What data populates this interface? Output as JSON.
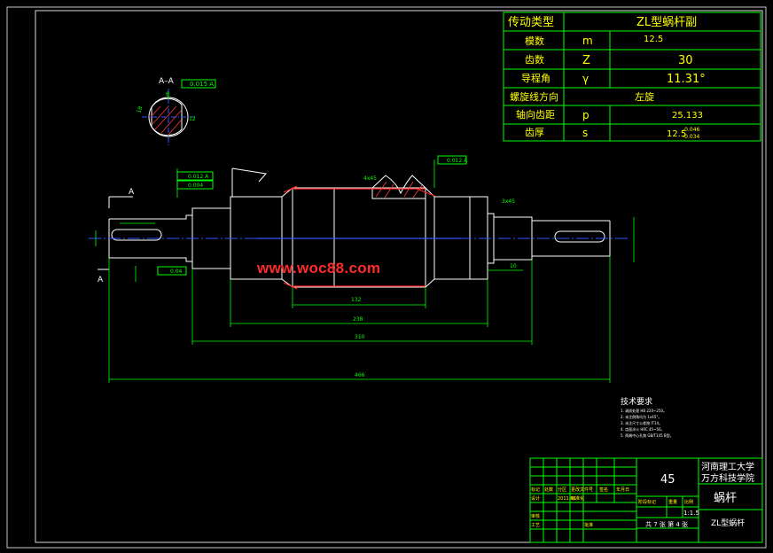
{
  "view_label": "A",
  "section": {
    "title": "A–A",
    "tol": "0.015 A",
    "dims": [
      "6",
      "18",
      "12"
    ]
  },
  "param_table": {
    "header": [
      "传动类型",
      "ZL型蜗杆副"
    ],
    "rows": [
      {
        "name": "模数",
        "symbol": "m",
        "value": "12.5"
      },
      {
        "name": "齿数",
        "symbol": "Z",
        "value": "30"
      },
      {
        "name": "导程角",
        "symbol": "γ",
        "value": "11.31°"
      },
      {
        "name": "螺旋线方向",
        "symbol": "",
        "value": "左旋"
      },
      {
        "name": "轴向齿距",
        "symbol": "p",
        "value": "25.133"
      },
      {
        "name": "齿厚",
        "symbol": "s",
        "value": "12.5",
        "sup": "-0.046",
        "sub": "-0.034"
      }
    ]
  },
  "tolerances": {
    "left_top": "0.012 A",
    "left_bottom": "0.004",
    "right": "0.012 A",
    "lower": "0.04"
  },
  "dimensions": {
    "d1": "132",
    "d2": "238",
    "d3": "310",
    "d4": "466",
    "d5": "10",
    "d6": "4x45",
    "d7": "3x45"
  },
  "watermark": "www.woc88.com",
  "tech_req": {
    "title": "技术要求",
    "items": [
      "1. 调质处理 HB 220~250。",
      "2. 未注倒角均为 1x45°。",
      "3. 未注尺寸公差按 IT14。",
      "4. 齿面淬火 HRC 45~50。",
      "5. 两端中心孔按 GB/T145 B型。"
    ]
  },
  "title_block": {
    "material": "45",
    "school_line1": "河南理工大学",
    "school_line2": "万方科技学院",
    "part_name": "蜗杆",
    "drawing_no": "ZL型蜗杆",
    "scale": "1:1.5",
    "sheets": "共 7 张   第 4 张",
    "header_cells": [
      "标记",
      "处数",
      "分区",
      "更改文件号",
      "签名",
      "年月日"
    ],
    "row2_cells": [
      "设计",
      "",
      "2011.06",
      "标准化"
    ],
    "labels": [
      "阶段标记",
      "重量",
      "比例",
      "审核",
      "工艺",
      "批准"
    ]
  }
}
